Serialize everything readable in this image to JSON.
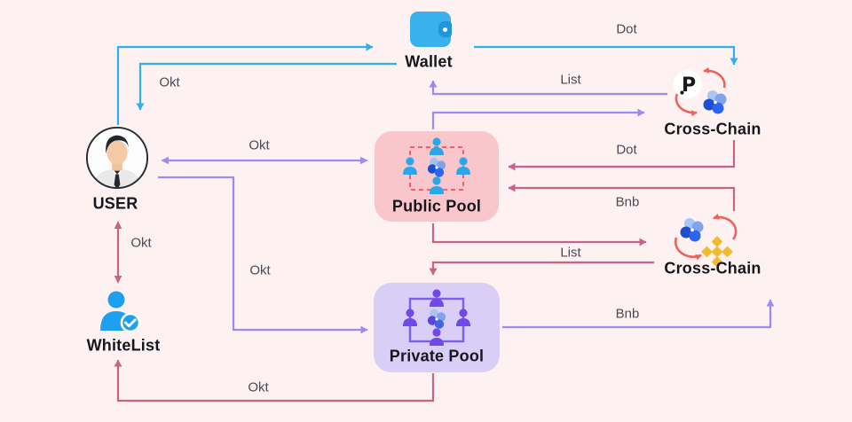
{
  "diagram_type": "flow-diagram",
  "nodes": {
    "wallet": {
      "label": "Wallet",
      "icon": "wallet-icon"
    },
    "user": {
      "label": "USER",
      "icon": "user-avatar"
    },
    "whitelist": {
      "label": "WhiteList",
      "icon": "person-check-icon"
    },
    "public_pool": {
      "label": "Public Pool",
      "icon": "pool-members-blue-icon"
    },
    "private_pool": {
      "label": "Private Pool",
      "icon": "pool-members-purple-icon"
    },
    "cross_chain_top": {
      "label": "Cross-Chain",
      "icon": "polkadot-okexchain-swap-icon"
    },
    "cross_chain_bottom": {
      "label": "Cross-Chain",
      "icon": "okexchain-binance-swap-icon"
    }
  },
  "icons": {
    "polkadot_glyph": "P"
  },
  "edges": [
    {
      "label": "Dot",
      "from": "Wallet",
      "to": "Cross-Chain (Dot)",
      "color": "blue"
    },
    {
      "label": "Okt",
      "from": "Wallet",
      "to": "USER",
      "color": "blue"
    },
    {
      "label": "",
      "from": "USER",
      "to": "Wallet",
      "color": "blue"
    },
    {
      "label": "List",
      "from": "Cross-Chain (Dot)",
      "to": "Wallet",
      "color": "purple"
    },
    {
      "label": "",
      "from": "Public Pool",
      "to": "Cross-Chain (Dot)",
      "color": "purple"
    },
    {
      "label": "Okt",
      "from": "USER",
      "to": "Public Pool",
      "color": "purple",
      "bidirectional": true
    },
    {
      "label": "Dot",
      "from": "Cross-Chain (Dot)",
      "to": "Public Pool",
      "color": "rose"
    },
    {
      "label": "Bnb",
      "from": "Cross-Chain (Bnb)",
      "to": "Public Pool",
      "color": "rose"
    },
    {
      "label": "List",
      "from": "Public Pool",
      "to": "Cross-Chain (Bnb)",
      "color": "rose"
    },
    {
      "label": "",
      "from": "Cross-Chain (Bnb)",
      "to": "Private Pool",
      "color": "rose"
    },
    {
      "label": "Okt",
      "from": "USER",
      "to": "WhiteList",
      "color": "rose",
      "bidirectional": true
    },
    {
      "label": "Okt",
      "from": "USER",
      "to": "Private Pool",
      "color": "purple"
    },
    {
      "label": "Bnb",
      "from": "Private Pool",
      "to": "Cross-Chain (Bnb)",
      "color": "purple"
    },
    {
      "label": "Okt",
      "from": "Private Pool",
      "to": "WhiteList",
      "color": "rose"
    }
  ],
  "colors": {
    "canvas-bg": "#fdf1f1",
    "edge-blue": "#2fb1ea",
    "edge-purple": "#9c8cf2",
    "edge-rose": "#c9628d",
    "node-label": "#16161e",
    "edge-label-text": "#4b4b56",
    "public-pool-bg": "#f9c7cb",
    "private-pool-bg": "#d9cef5",
    "wallet-blue": "#38b1ee",
    "wallet-clasp": "#1f97da",
    "whitelist-blue": "#1ea0f0",
    "person-blue": "#2aa7e8",
    "person-purple": "#6f4ae8",
    "binance-gold": "#f3ba2f",
    "refresh-red": "#ec625c",
    "square-dashed-red": "#ef6370",
    "square-solid-purple": "#7e5ef0"
  }
}
